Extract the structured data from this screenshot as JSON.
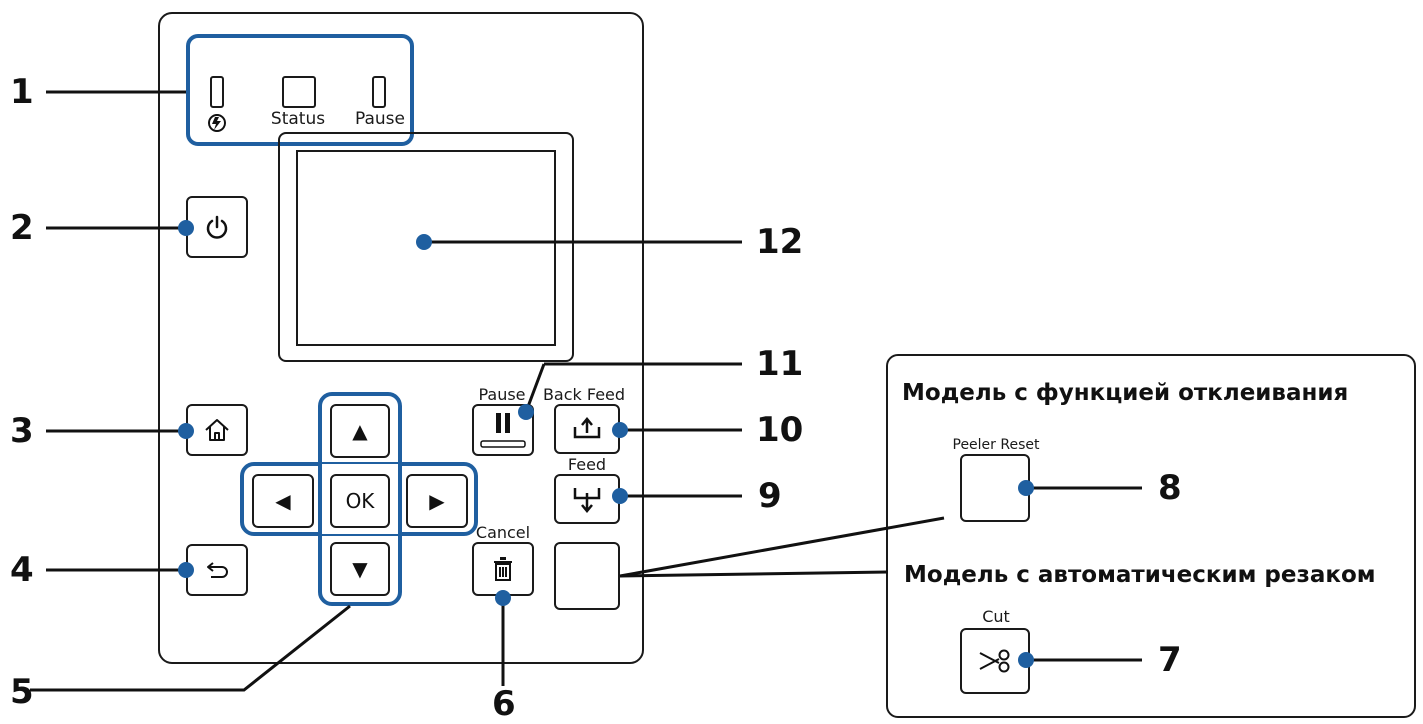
{
  "colors": {
    "accent": "#1f5fa0",
    "line": "#111111",
    "frame": "#1a1a1a"
  },
  "indicators": {
    "power_icon": "power-indicator-icon",
    "status_label": "Status",
    "pause_label": "Pause"
  },
  "buttons": {
    "ok_label": "OK",
    "pause_label": "Pause",
    "back_feed_label": "Back Feed",
    "feed_label": "Feed",
    "cancel_label": "Cancel",
    "peeler_reset_label": "Peeler Reset",
    "cut_label": "Cut"
  },
  "callouts": [
    "1",
    "2",
    "3",
    "4",
    "5",
    "6",
    "7",
    "8",
    "9",
    "10",
    "11",
    "12"
  ],
  "models": {
    "peeler_title": "Модель с функцией отклеивания",
    "cutter_title": "Модель с автоматическим резаком"
  }
}
